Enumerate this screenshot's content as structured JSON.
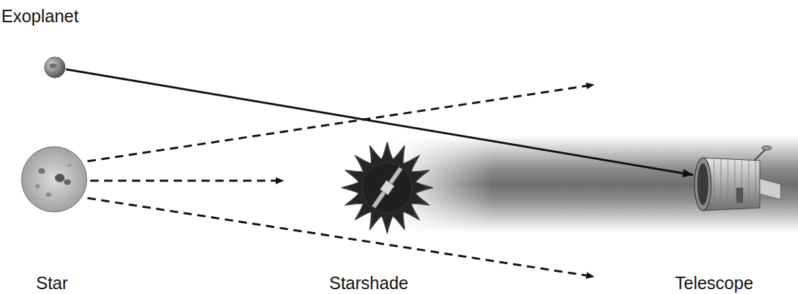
{
  "diagram": {
    "nodes": [
      {
        "text": [
          "Exoplanet"
        ]
      },
      {
        "text": [
          "Star"
        ]
      },
      {
        "text": [
          "Starshade"
        ]
      },
      {
        "text": [
          "Telescope"
        ]
      }
    ],
    "edges": [
      {
        "from": 0,
        "to": 3,
        "arrow": "to"
      }
    ]
  }
}
